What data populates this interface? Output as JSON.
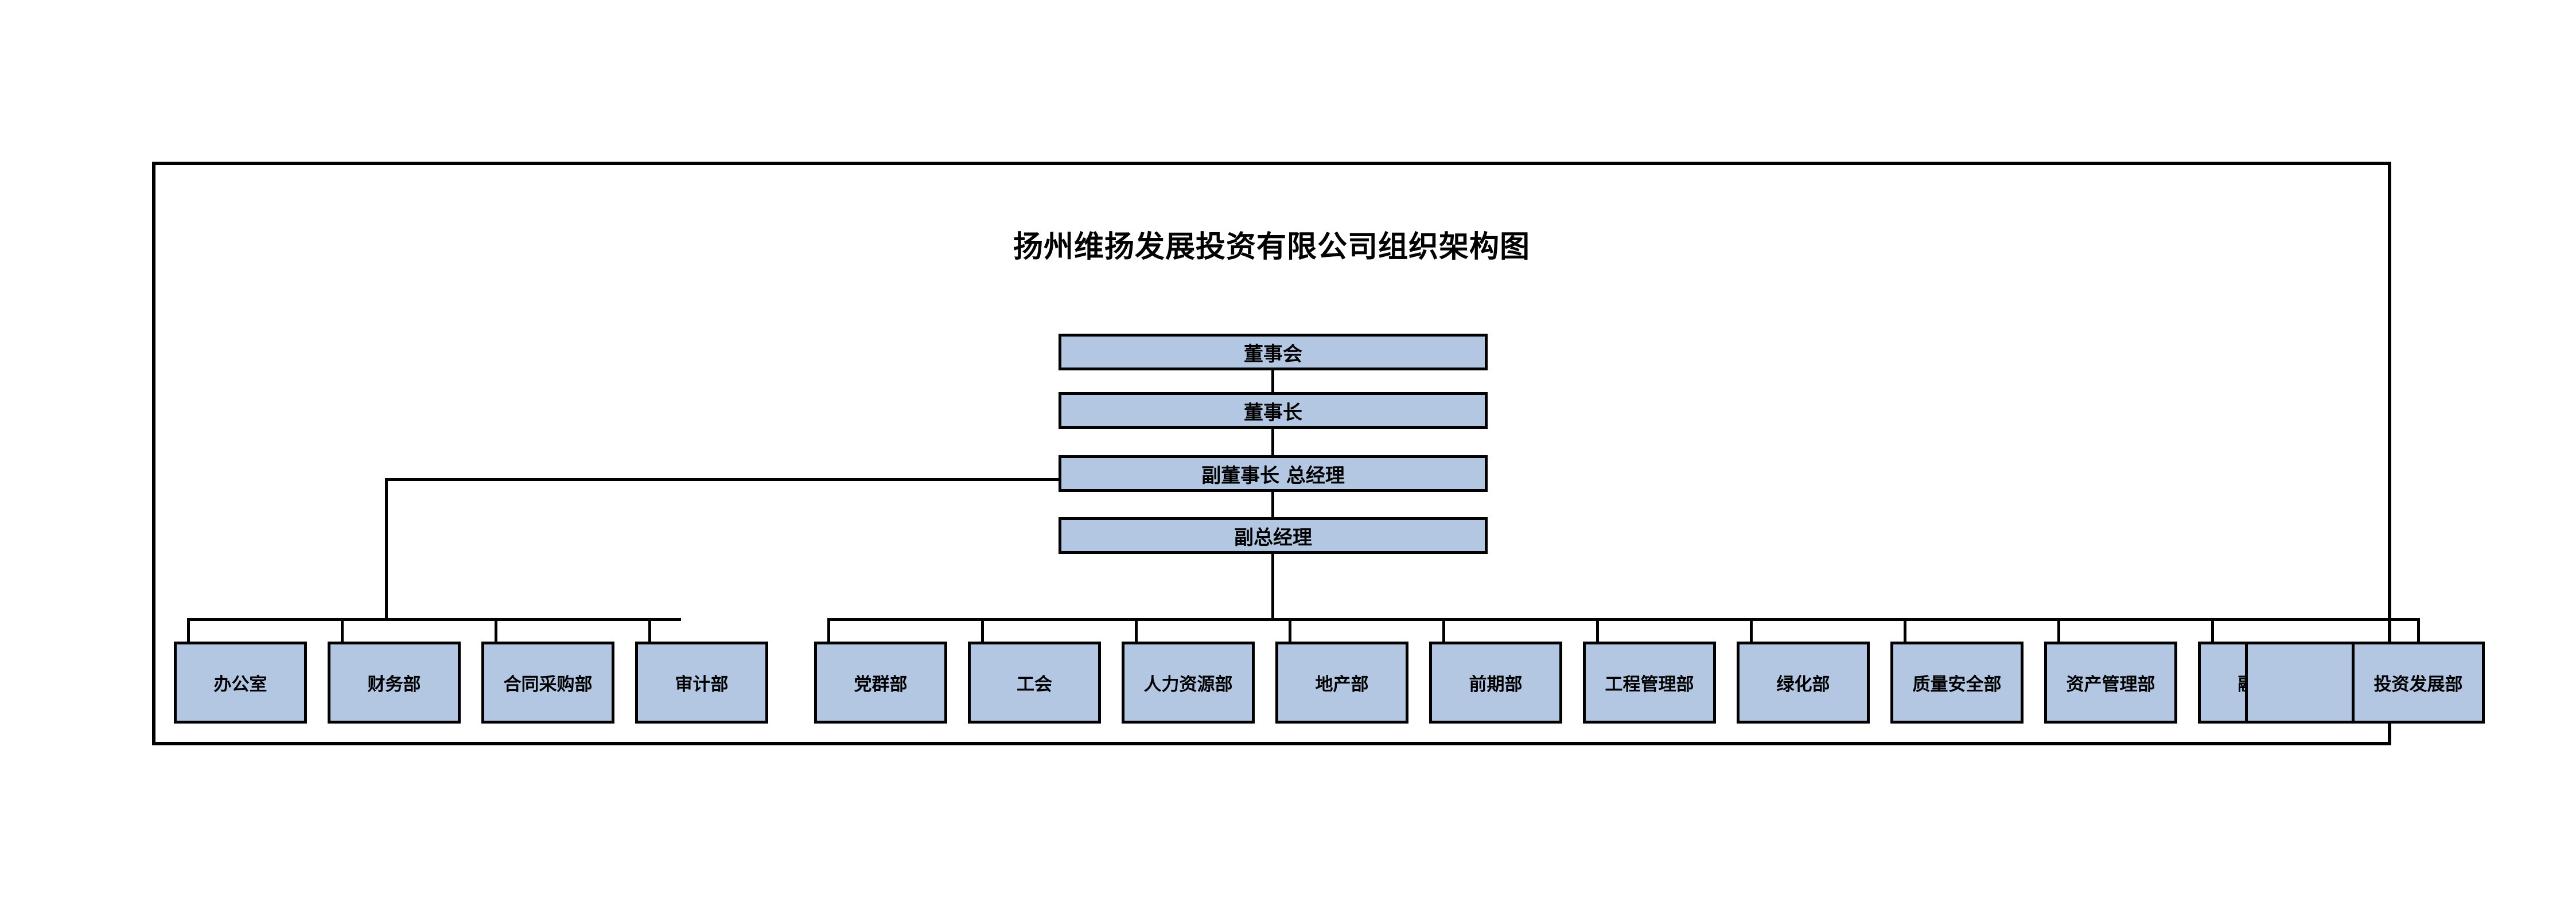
{
  "chart_data": {
    "type": "diagram",
    "diagram_kind": "organization-chart",
    "title": "扬州维扬发展投资有限公司组织架构图",
    "colors": {
      "node_fill": "#b4c7e2",
      "node_border": "#000000",
      "frame_border": "#000000",
      "background": "#ffffff",
      "text": "#000000"
    },
    "levels": [
      {
        "level": 1,
        "nodes": [
          "董事会"
        ]
      },
      {
        "level": 2,
        "nodes": [
          "董事长"
        ]
      },
      {
        "level": 3,
        "nodes": [
          "副董事长 总经理"
        ]
      },
      {
        "level": 4,
        "nodes": [
          "副总经理"
        ]
      },
      {
        "level": 5,
        "nodes": [
          "办公室",
          "财务部",
          "合同采购部",
          "审计部",
          "党群部",
          "工会",
          "人力资源部",
          "地产部",
          "前期部",
          "工程管理部",
          "绿化部",
          "质量安全部",
          "资产管理部",
          "融资部",
          "投资发展部"
        ]
      }
    ],
    "edges": [
      {
        "from": "董事会",
        "to": "董事长"
      },
      {
        "from": "董事长",
        "to": "副董事长 总经理"
      },
      {
        "from": "副董事长 总经理",
        "to": "副总经理"
      },
      {
        "from": "副董事长 总经理",
        "to": "办公室"
      },
      {
        "from": "副董事长 总经理",
        "to": "财务部"
      },
      {
        "from": "副董事长 总经理",
        "to": "合同采购部"
      },
      {
        "from": "副董事长 总经理",
        "to": "审计部"
      },
      {
        "from": "副总经理",
        "to": "党群部"
      },
      {
        "from": "副总经理",
        "to": "工会"
      },
      {
        "from": "副总经理",
        "to": "人力资源部"
      },
      {
        "from": "副总经理",
        "to": "地产部"
      },
      {
        "from": "副总经理",
        "to": "前期部"
      },
      {
        "from": "副总经理",
        "to": "工程管理部"
      },
      {
        "from": "副总经理",
        "to": "绿化部"
      },
      {
        "from": "副总经理",
        "to": "质量安全部"
      },
      {
        "from": "副总经理",
        "to": "资产管理部"
      },
      {
        "from": "副总经理",
        "to": "融资部"
      },
      {
        "from": "副总经理",
        "to": "投资发展部"
      }
    ]
  },
  "chart": {
    "title": "扬州维扬发展投资有限公司组织架构图",
    "executives": [
      {
        "id": "board",
        "label": "董事会"
      },
      {
        "id": "chairman",
        "label": "董事长"
      },
      {
        "id": "vice-chair-gm",
        "label": "副董事长 总经理"
      },
      {
        "id": "deputy-gm",
        "label": "副总经理"
      }
    ],
    "departments": [
      {
        "id": "office",
        "label": "办公室"
      },
      {
        "id": "finance",
        "label": "财务部"
      },
      {
        "id": "contract-purchase",
        "label": "合同采购部"
      },
      {
        "id": "audit",
        "label": "审计部"
      },
      {
        "id": "party-mass",
        "label": "党群部"
      },
      {
        "id": "labor-union",
        "label": "工会"
      },
      {
        "id": "human-resources",
        "label": "人力资源部"
      },
      {
        "id": "real-estate",
        "label": "地产部"
      },
      {
        "id": "preliminary",
        "label": "前期部"
      },
      {
        "id": "engineering-mgmt",
        "label": "工程管理部"
      },
      {
        "id": "greening",
        "label": "绿化部"
      },
      {
        "id": "quality-safety",
        "label": "质量安全部"
      },
      {
        "id": "asset-mgmt",
        "label": "资产管理部"
      },
      {
        "id": "financing",
        "label": "融资部"
      },
      {
        "id": "investment-dev",
        "label": "投资发展部"
      }
    ]
  }
}
